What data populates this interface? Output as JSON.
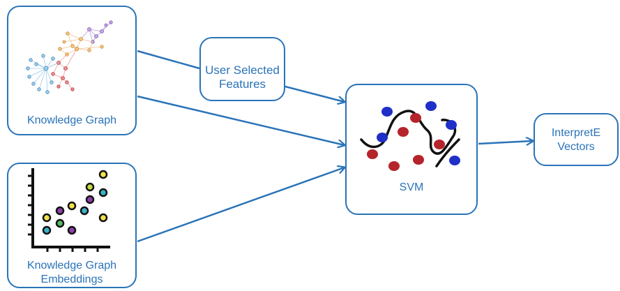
{
  "colors": {
    "accent": "#2a73b8",
    "red_point": "#b5242a",
    "blue_point": "#1f2fc7"
  },
  "nodes": {
    "knowledge_graph": {
      "label": "Knowledge Graph"
    },
    "kg_embeddings": {
      "label_line1": "Knowledge Graph",
      "label_line2": "Embeddings"
    },
    "user_features": {
      "label_line1": "User Selected",
      "label_line2": "Features"
    },
    "svm": {
      "label": "SVM"
    },
    "interpret_vectors": {
      "label_line1": "InterpretE",
      "label_line2": "Vectors"
    }
  },
  "icons": {
    "graph_thumbnail": "network-graph-icon",
    "scatter_thumbnail": "scatter-plot-icon",
    "svm_thumbnail": "svm-decision-boundary-icon"
  }
}
